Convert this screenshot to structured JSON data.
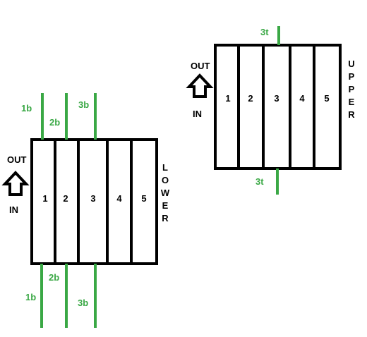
{
  "colors": {
    "wire": "#3aa845",
    "frame": "#000000",
    "background": "#ffffff"
  },
  "upper": {
    "side_label": "UPPER",
    "out_label": "OUT",
    "in_label": "IN",
    "slots": [
      "1",
      "2",
      "3",
      "4",
      "5"
    ],
    "top_wire_label": "3t",
    "bottom_wire_label": "3t"
  },
  "lower": {
    "side_label": "LOWER",
    "out_label": "OUT",
    "in_label": "IN",
    "slots": [
      "1",
      "2",
      "3",
      "4",
      "5"
    ],
    "top_wire_labels": [
      "1b",
      "2b",
      "3b"
    ],
    "bottom_wire_labels": [
      "1b",
      "2b",
      "3b"
    ]
  }
}
